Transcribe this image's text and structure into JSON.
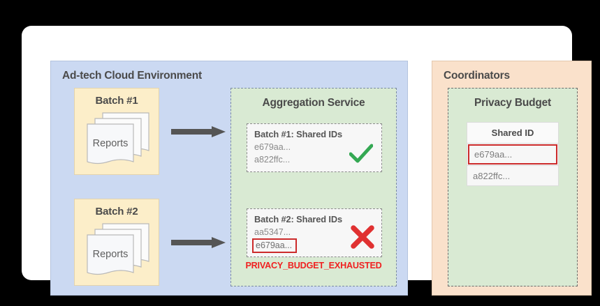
{
  "canvas": {
    "background": "#000000",
    "card_background": "#ffffff"
  },
  "environments": {
    "adtech": {
      "title": "Ad-tech Cloud Environment",
      "color": "#cbd9f2",
      "batches": [
        {
          "title": "Batch #1",
          "stack_label": "Reports"
        },
        {
          "title": "Batch #2",
          "stack_label": "Reports"
        }
      ],
      "aggregation_service": {
        "title": "Aggregation Service",
        "color": "#d9ead3",
        "results": [
          {
            "title": "Batch #1: Shared IDs",
            "ids": [
              "e679aa...",
              "a822ffc..."
            ],
            "flagged_id": null,
            "status": "check",
            "status_color": "#34a853"
          },
          {
            "title": "Batch #2: Shared IDs",
            "ids": [
              "aa5347..."
            ],
            "flagged_id": "e679aa...",
            "status": "cross",
            "status_color": "#e03131"
          }
        ],
        "error_message": "PRIVACY_BUDGET_EXHAUSTED",
        "error_color": "#f02020"
      }
    },
    "coordinators": {
      "title": "Coordinators",
      "color": "#fae1cb",
      "privacy_budget": {
        "title": "Privacy Budget",
        "color": "#d9ead3",
        "table": {
          "header": "Shared ID",
          "rows": [
            {
              "value": "e679aa...",
              "highlighted": true
            },
            {
              "value": "a822ffc...",
              "highlighted": false
            }
          ]
        }
      }
    }
  },
  "arrows": [
    {
      "name": "batch-1-to-aggregation",
      "color": "#555555"
    },
    {
      "name": "batch-2-to-aggregation",
      "color": "#555555"
    }
  ]
}
